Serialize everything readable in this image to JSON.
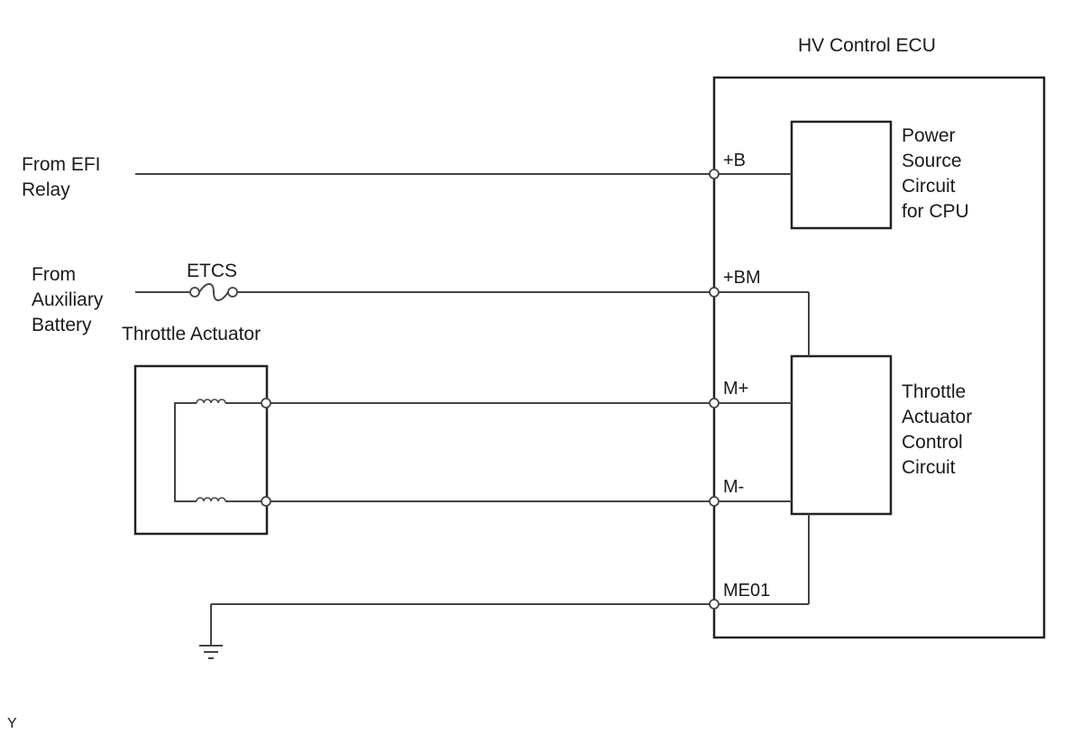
{
  "ecu": {
    "title": "HV Control ECU",
    "power_block": [
      "Power",
      "Source",
      "Circuit",
      "for CPU"
    ],
    "actuator_block": [
      "Throttle",
      "Actuator",
      "Control",
      "Circuit"
    ]
  },
  "pins": {
    "b": "+B",
    "bm": "+BM",
    "m_plus": "M+",
    "m_minus": "M-",
    "me01": "ME01"
  },
  "sources": {
    "efi_relay": [
      "From EFI",
      "Relay"
    ],
    "aux_battery": [
      "From",
      "Auxiliary",
      "Battery"
    ]
  },
  "fuse": {
    "label": "ETCS"
  },
  "actuator": {
    "label": "Throttle Actuator"
  },
  "corner_mark": "Y"
}
